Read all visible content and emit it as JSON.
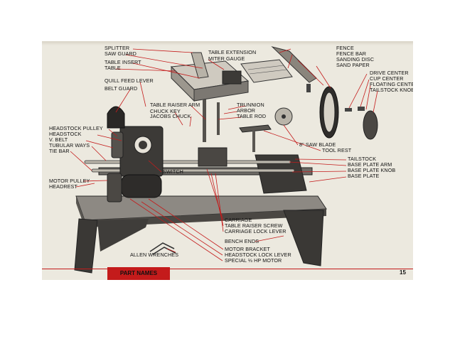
{
  "labels": {
    "splitter": "SPLITTER",
    "saw_guard": "SAW GUARD",
    "table_insert": "TABLE INSERT",
    "table": "TABLE",
    "quill_feed_lever": "QUILL FEED LEVER",
    "belt_guard": "BELT GUARD",
    "table_raiser_arm": "TABLE RAISER ARM",
    "chuck_key": "CHUCK KEY",
    "jacobs_chuck": "JACOBS CHUCK",
    "table_extension": "TABLE EXTENSION",
    "miter_gauge": "MITER GAUGE",
    "trunnion": "TRUNNION",
    "arbor": "ARBOR",
    "table_rod": "TABLE ROD",
    "fence": "FENCE",
    "fence_bar": "FENCE BAR",
    "sanding_disc": "SANDING DISC",
    "sand_paper": "SAND PAPER",
    "drive_center": "DRIVE CENTER",
    "cup_center": "CUP CENTER",
    "floating_center": "FLOATING CENTER",
    "tailstock_knob": "TAILSTOCK KNOB",
    "headstock_pulley": "HEADSTOCK PULLEY",
    "headstock": "HEADSTOCK",
    "v_belt": "V. BELT",
    "tubular_ways": "TUBULAR WAYS",
    "tie_bar": "TIE BAR",
    "switch": "SWITCH",
    "saw_blade": "8\" SAW BLADE",
    "tool_rest": "TOOL REST",
    "tailstock": "TAILSTOCK",
    "base_plate_arm": "BASE PLATE ARM",
    "base_plate_knob": "BASE PLATE KNOB",
    "base_plate": "BASE PLATE",
    "motor_pulley": "MOTOR PULLEY",
    "headrest": "HEADREST",
    "carriage": "CARRIAGE",
    "table_raiser_screw": "TABLE RAISER SCREW",
    "carriage_lock_lever": "CARRIAGE LOCK LEVER",
    "bench_ends": "BENCH ENDS",
    "motor_bracket": "MOTOR BRACKET",
    "headstock_lock_lever": "HEADSTOCK LOCK LEVER",
    "special_motor": "SPECIAL ⅓ HP MOTOR",
    "allen_wrenches": "ALLEN WRENCHES"
  },
  "footer": {
    "title": "PART NAMES",
    "page_number": "15"
  },
  "colors": {
    "leader": "#c41b1b",
    "paper": "#ece9df",
    "ink": "#2a2a2a"
  }
}
